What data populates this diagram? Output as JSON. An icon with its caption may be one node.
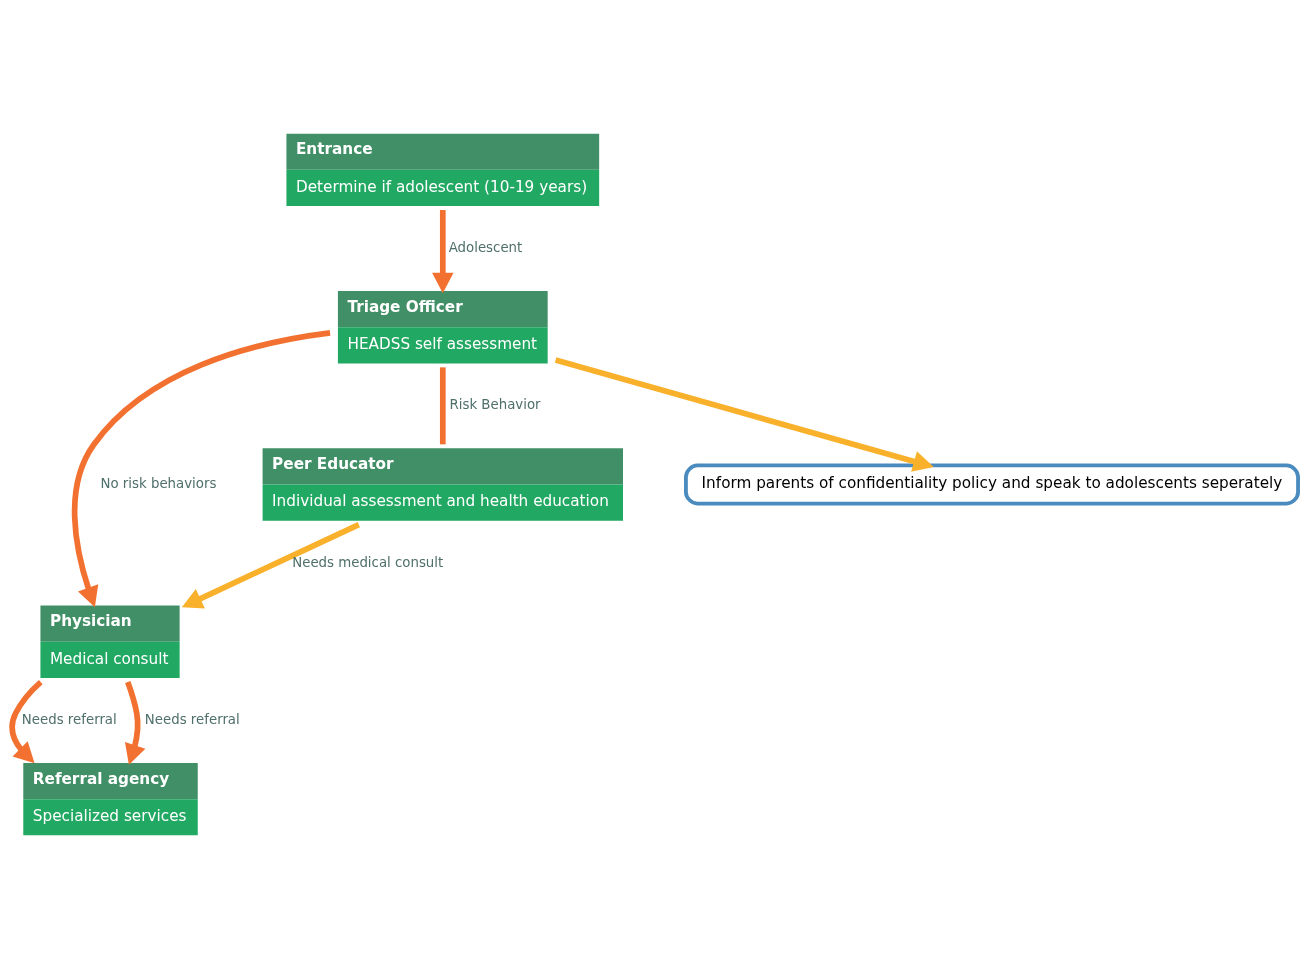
{
  "diagram": {
    "nodes": [
      {
        "text": [
          "Entrance",
          "Determine if adolescent (10-19 years)"
        ]
      },
      {
        "text": [
          "Triage Officer",
          "HEADSS self assessment"
        ]
      },
      {
        "text": [
          "Physician",
          "Medical consult"
        ]
      },
      {
        "text": [
          "Referral agency",
          "Specialized services"
        ]
      },
      {
        "text": [
          "Peer Educator",
          "Individual assessment and health education"
        ]
      },
      {
        "text": [
          "Inform parents of confidentiality policy and speak to adolescents seperately"
        ]
      }
    ],
    "edges": [
      {
        "from": 0,
        "to": 1,
        "arrow": "to",
        "label": "Adolescent"
      },
      {
        "from": 1,
        "to": 2,
        "arrow": "to",
        "label": "No risk behaviors"
      },
      {
        "from": 2,
        "to": 3,
        "arrow": "to",
        "label": "Needs referral"
      },
      {
        "from": 1,
        "to": 4,
        "arrow": "none",
        "label": "Risk Behavior"
      },
      {
        "from": 1,
        "to": 5,
        "arrow": "to",
        "color": "#f9b02b"
      },
      {
        "from": 4,
        "to": 2,
        "arrow": "to",
        "label": "Needs medical consult",
        "color": "#f9b02b"
      },
      {
        "from": 2,
        "to": 3,
        "arrow": "to",
        "label": "Needs referral"
      }
    ]
  }
}
